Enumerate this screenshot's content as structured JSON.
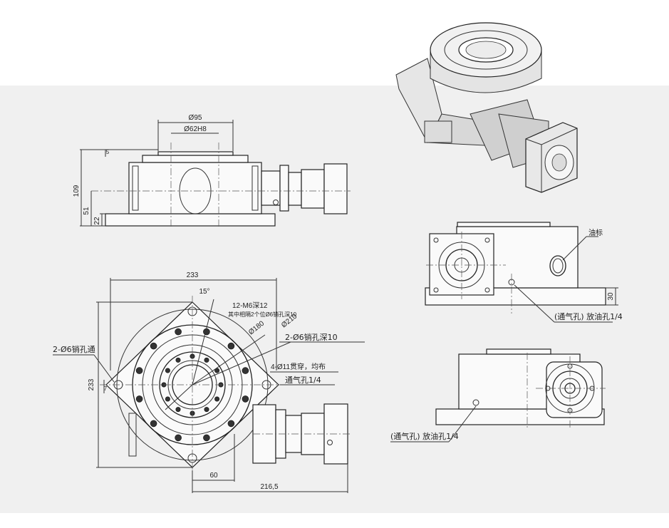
{
  "colors": {
    "background": "#ffffff",
    "panel": "#f0f0f0",
    "line": "#222222"
  },
  "front_view": {
    "phi95": "Ø95",
    "phi62h8": "Ø62H8",
    "d5": "5",
    "d109": "109",
    "d51": "51",
    "d22": "22"
  },
  "top_view": {
    "d233_w": "233",
    "d233_h": "233",
    "angle15": "15°",
    "m6": "12-M6深12",
    "m6_sub": "其中相隔2个位Ø6销孔深10",
    "phi180": "Ø180",
    "phi210": "Ø210",
    "pin2": "2-Ø6销孔深10",
    "hole4": "4-Ø11贯穿，均布",
    "vent": "通气孔1/4",
    "pin_left": "2-Ø6销孔通",
    "d60": "60",
    "d2165": "216,5",
    "d7": "7"
  },
  "right_view": {
    "oil_window": "油标",
    "d30": "30",
    "vent_drain": "(通气孔) 放油孔1/4"
  },
  "rear_view": {
    "vent_drain": "(通气孔) 放油孔1/4"
  }
}
